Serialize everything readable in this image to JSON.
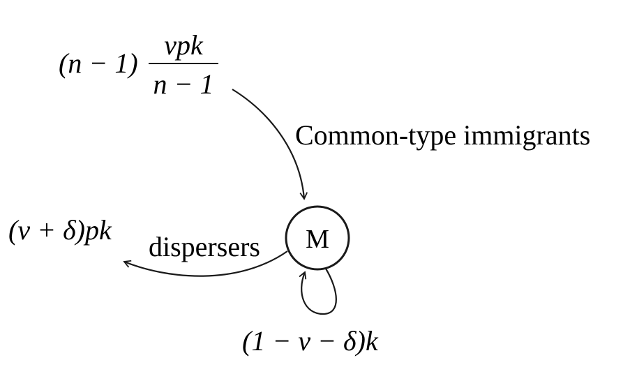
{
  "node": {
    "label": "M"
  },
  "immigrants": {
    "coefficient": "(n − 1)",
    "numerator": "vpk",
    "denominator": "n − 1",
    "label": "Common-type immigrants"
  },
  "dispersers": {
    "rate": "(v + δ)pk",
    "label": "dispersers"
  },
  "self_loop": {
    "rate": "(1 − v − δ)k"
  },
  "colors": {
    "ink": "#1a1a1a",
    "background": "#ffffff"
  }
}
